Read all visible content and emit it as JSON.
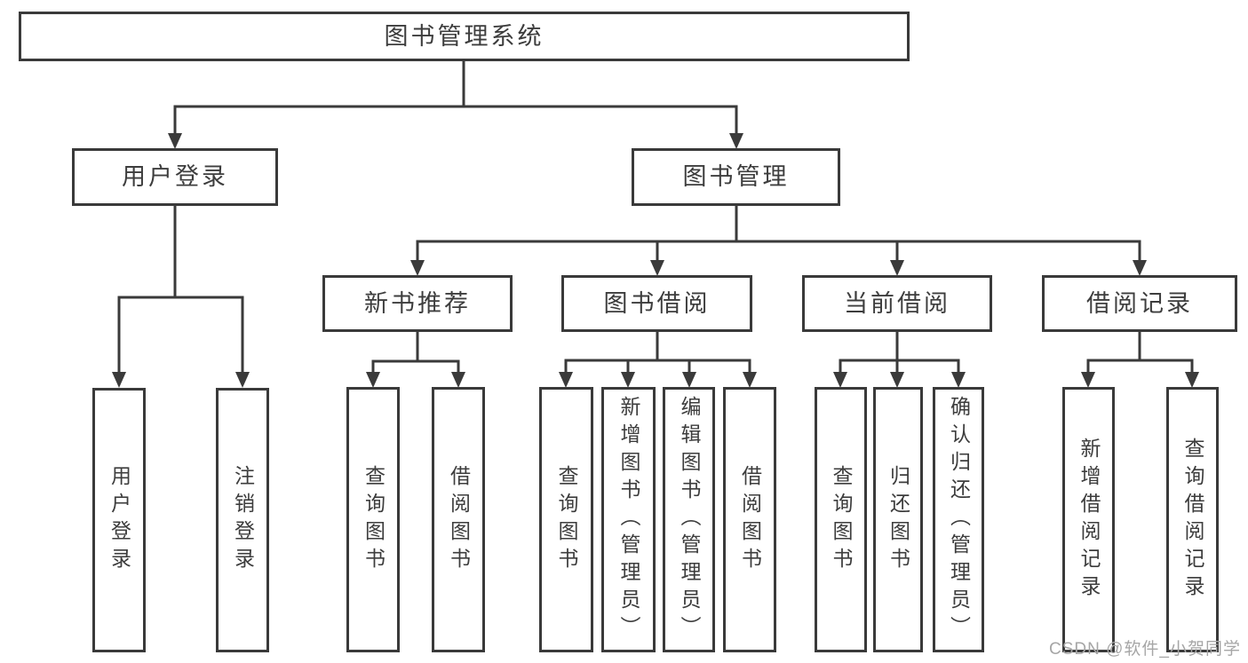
{
  "tree": {
    "root": {
      "label": "图书管理系统"
    },
    "children": [
      {
        "label": "用户登录",
        "children": [
          {
            "label": "用户登录"
          },
          {
            "label": "注销登录"
          }
        ]
      },
      {
        "label": "图书管理",
        "children": [
          {
            "label": "新书推荐",
            "children": [
              {
                "label": "查询图书"
              },
              {
                "label": "借阅图书"
              }
            ]
          },
          {
            "label": "图书借阅",
            "children": [
              {
                "label": "查询图书"
              },
              {
                "label": "新增图书（管理员）"
              },
              {
                "label": "编辑图书（管理员）"
              },
              {
                "label": "借阅图书"
              }
            ]
          },
          {
            "label": "当前借阅",
            "children": [
              {
                "label": "查询图书"
              },
              {
                "label": "归还图书"
              },
              {
                "label": "确认归还（管理员）"
              }
            ]
          },
          {
            "label": "借阅记录",
            "children": [
              {
                "label": "新增借阅记录"
              },
              {
                "label": "查询借阅记录"
              }
            ]
          }
        ]
      }
    ]
  },
  "watermark": "CSDN @软件_小贺同学",
  "colors": {
    "line": "#3a3a3a",
    "text": "#3d3d3d",
    "watermark": "#a6a6a6",
    "background": "#ffffff"
  }
}
